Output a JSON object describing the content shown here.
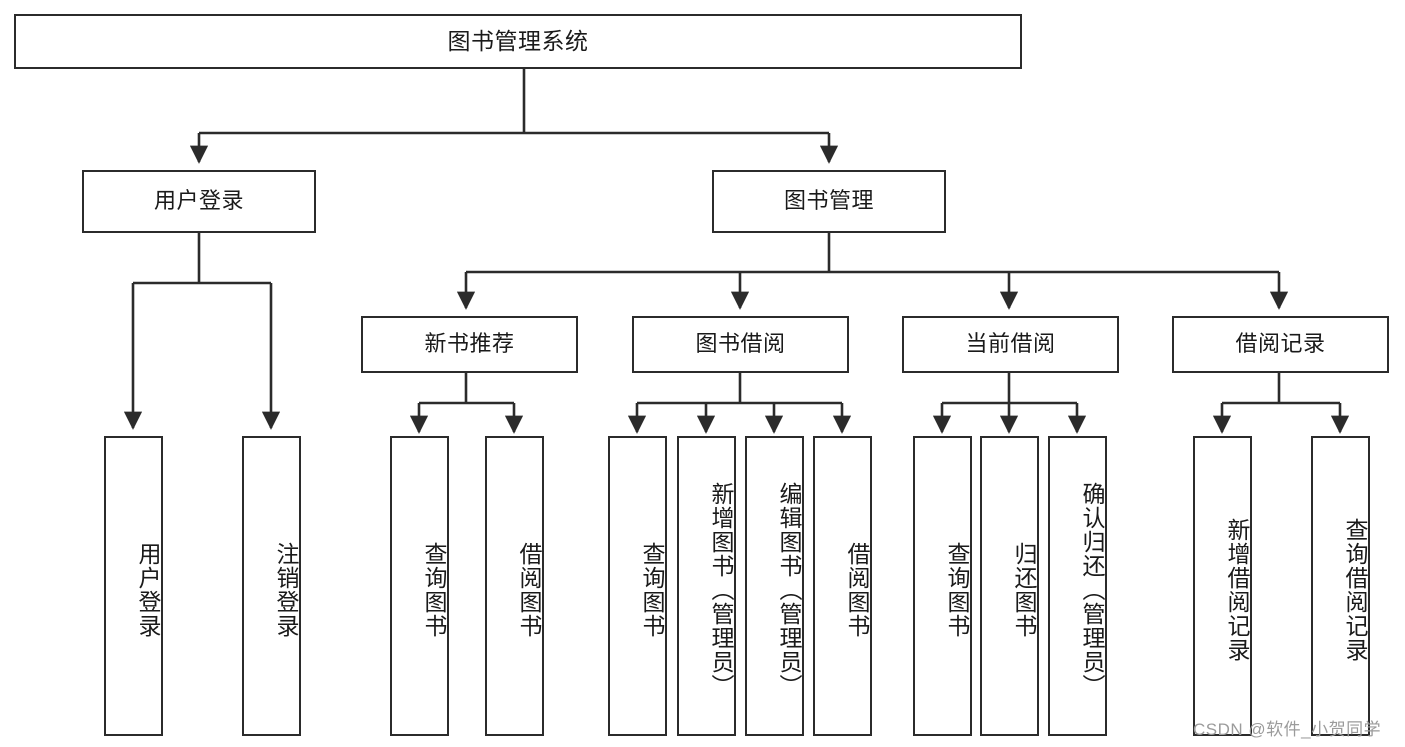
{
  "diagram": {
    "title": "图书管理系统",
    "type": "hierarchy-tree",
    "stroke_color": "#2b2b2b",
    "background_color": "#ffffff",
    "watermark": "CSDN @软件_小贺同学",
    "nodes": {
      "root": {
        "label": "图书管理系统"
      },
      "l2": [
        {
          "id": "user-login",
          "label": "用户登录"
        },
        {
          "id": "book-management",
          "label": "图书管理"
        }
      ],
      "l3": [
        {
          "id": "new-book-recommend",
          "label": "新书推荐"
        },
        {
          "id": "book-borrow",
          "label": "图书借阅"
        },
        {
          "id": "current-borrow",
          "label": "当前借阅"
        },
        {
          "id": "borrow-record",
          "label": "借阅记录"
        }
      ],
      "leaves": {
        "user_login": [
          {
            "id": "leaf-user-login",
            "label": "用户登录"
          },
          {
            "id": "leaf-logout-login",
            "label": "注销登录"
          }
        ],
        "new_book_recommend": [
          {
            "id": "leaf-query-book-1",
            "label": "查询图书"
          },
          {
            "id": "leaf-borrow-book-1",
            "label": "借阅图书"
          }
        ],
        "book_borrow": [
          {
            "id": "leaf-query-book-2",
            "label": "查询图书"
          },
          {
            "id": "leaf-add-book",
            "label": "新增图书（管理员）"
          },
          {
            "id": "leaf-edit-book",
            "label": "编辑图书（管理员）"
          },
          {
            "id": "leaf-borrow-book-2",
            "label": "借阅图书"
          }
        ],
        "current_borrow": [
          {
            "id": "leaf-query-book-3",
            "label": "查询图书"
          },
          {
            "id": "leaf-return-book",
            "label": "归还图书"
          },
          {
            "id": "leaf-confirm-return",
            "label": "确认归还（管理员）"
          }
        ],
        "borrow_record": [
          {
            "id": "leaf-add-borrow-record",
            "label": "新增借阅记录"
          },
          {
            "id": "leaf-query-borrow-record",
            "label": "查询借阅记录"
          }
        ]
      }
    }
  }
}
